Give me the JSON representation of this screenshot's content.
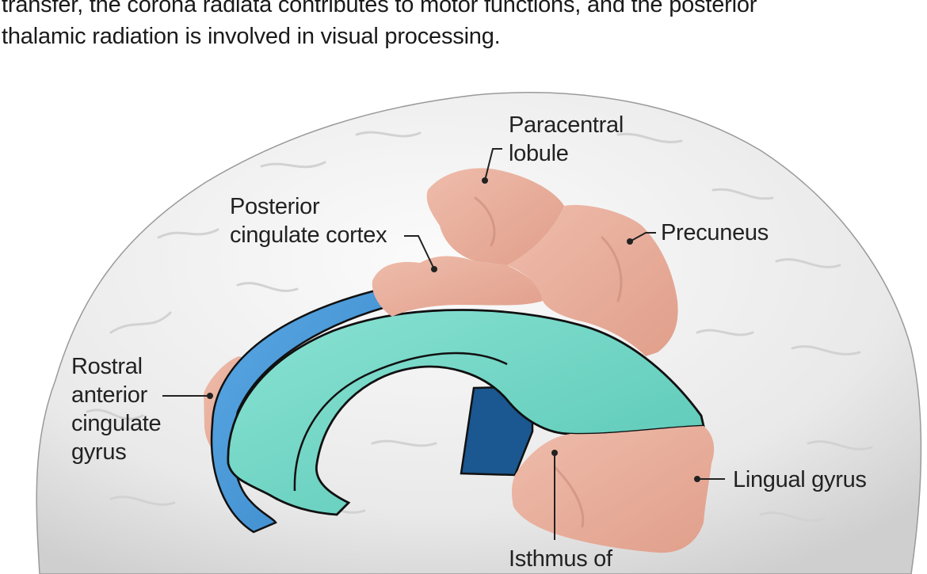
{
  "intro": {
    "line1": "transfer, the corona radiata contributes to motor functions, and the posterior",
    "line2": "thalamic radiation is involved in visual processing."
  },
  "labels": {
    "paracentral": [
      "Paracentral",
      "lobule"
    ],
    "posterior_cingulate": [
      "Posterior",
      "cingulate cortex"
    ],
    "precuneus": "Precuneus",
    "rostral_anterior": [
      "Rostral",
      "anterior",
      "cingulate",
      "gyrus"
    ],
    "lingual": "Lingual gyrus",
    "isthmus": "Isthmus of"
  },
  "colors": {
    "brain": "#ececec",
    "salmon": "#e8ab98",
    "teal": "#6fd6c5",
    "blue": "#4c98d6",
    "dark_blue": "#1b5790",
    "outline": "#111111"
  }
}
